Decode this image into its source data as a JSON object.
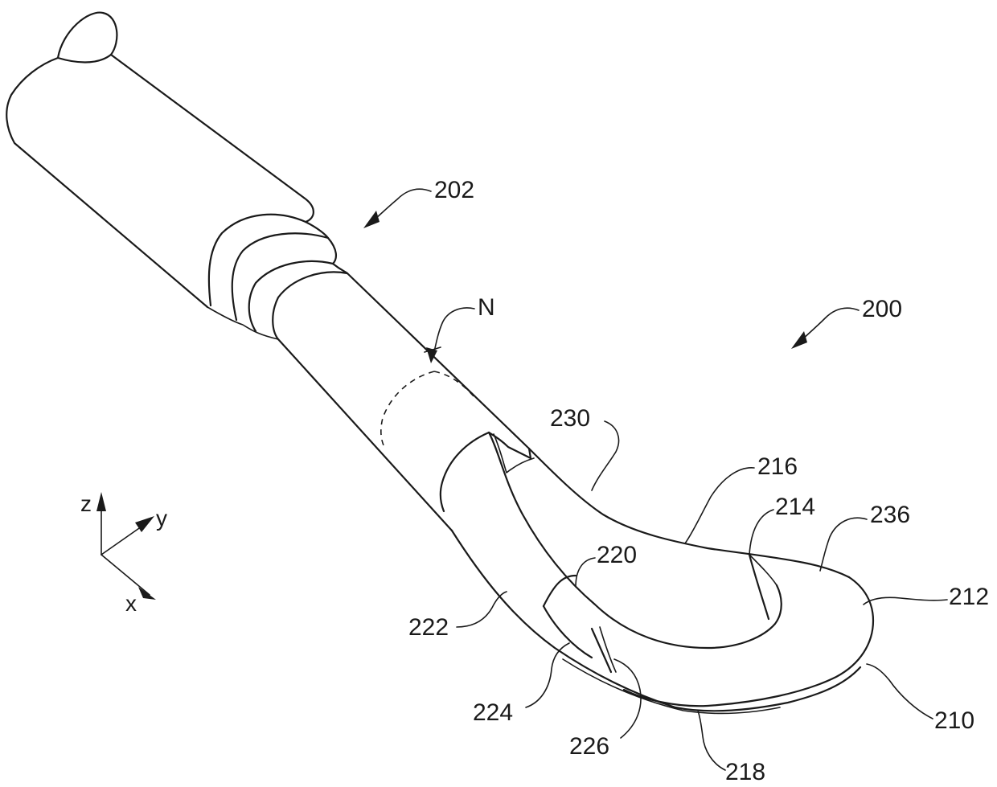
{
  "figure": {
    "labels": {
      "l202": "202",
      "l200": "200",
      "lN": "N",
      "l230": "230",
      "l216": "216",
      "l214": "214",
      "l236": "236",
      "l220": "220",
      "l212": "212",
      "l222": "222",
      "l224": "224",
      "l226": "226",
      "l210": "210",
      "l218": "218"
    },
    "axes": {
      "z": "z",
      "y": "y",
      "x": "x"
    }
  }
}
